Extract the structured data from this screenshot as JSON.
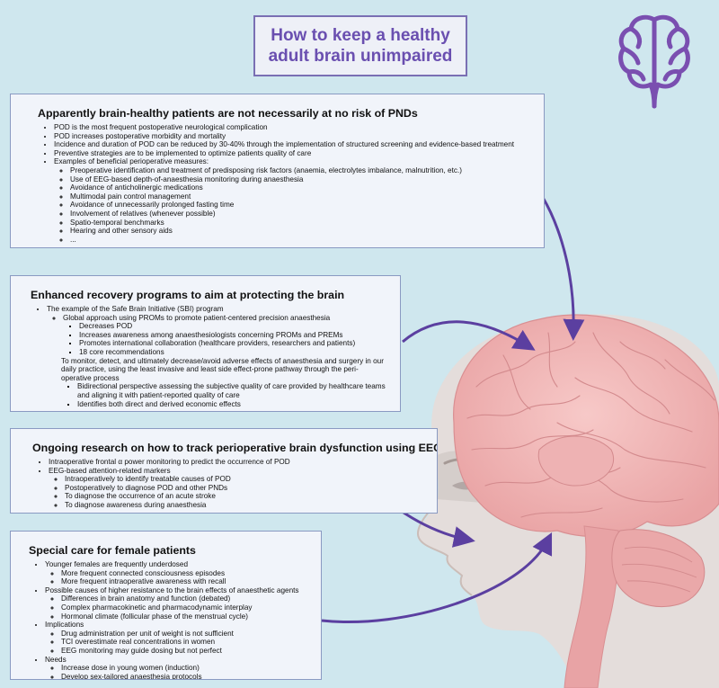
{
  "title": {
    "line1": "How to keep a healthy",
    "line2": "adult brain unimpaired"
  },
  "icons": {
    "top_right": "brain-outline-icon",
    "illustration": "human-head-brain-illustration"
  },
  "colors": {
    "background": "#cfe7ee",
    "title_text": "#6a4fb0",
    "title_border": "#7a6fb3",
    "panel_bg": "#f1f4fa",
    "panel_border": "#8a9ac2",
    "arrow": "#5b3fa0",
    "brain": "#f2b6b6"
  },
  "panels": [
    {
      "heading": "Apparently brain-healthy patients are not necessarily at no risk of PNDs",
      "items": [
        "POD is the most frequent postoperative neurological complication",
        "POD increases postoperative morbidity and mortality",
        "Incidence and duration of POD can be reduced by 30-40% through the implementation of structured screening and evidence-based treatment",
        "Preventive strategies are to be implemented to optimize patients quality of care",
        "Examples of beneficial perioperative measures:"
      ],
      "subitems": [
        "Preoperative identification and treatment of predisposing risk factors (anaemia, electrolytes imbalance, malnutrition, etc.)",
        "Use of EEG-based depth-of-anaesthesia monitoring during anaesthesia",
        "Avoidance of anticholinergic medications",
        "Multimodal pain control management",
        "Avoidance of unnecessarily prolonged fasting time",
        "Involvement of relatives (whenever possible)",
        "Spatio-temporal benchmarks",
        "Hearing and other sensory aids",
        "..."
      ]
    },
    {
      "heading": "Enhanced recovery programs to aim at protecting the brain",
      "items": [
        "The example of the Safe Brain Initiative (SBI) program"
      ],
      "subitems": [
        "Global approach using PROMs to promote patient-centered precision anaesthesia",
        "To monitor, detect, and ultimately decrease/avoid adverse effects of anaesthesia and surgery in our daily practice, using the least invasive and least side effect-prone pathway through the peri-operative process"
      ],
      "subsubitems_a": [
        "Decreases POD",
        "Increases awareness among anaesthesiologists concerning PROMs and PREMs",
        "Promotes international collaboration (healthcare providers, researchers and patients)",
        "18 core recommendations"
      ],
      "subsubitems_b": [
        "Bidirectional perspective assessing the subjective quality of care provided by healthcare teams and aligning it with patient-reported quality of care",
        "Identifies both direct and derived economic effects"
      ]
    },
    {
      "heading": "Ongoing research on how to track perioperative brain dysfunction using EEG",
      "items": [
        "Intraoperative frontal α power monitoring to predict the occurrence of POD",
        "EEG-based attention-related markers"
      ],
      "subitems": [
        "Intraoperatively to identify treatable causes of POD",
        "Postoperatively to diagnose POD and other PNDs",
        "To diagnose the occurrence of an acute stroke",
        "To diagnose awareness during anaesthesia"
      ]
    },
    {
      "heading": "Special care for female patients",
      "groups": [
        {
          "label": "Younger females are frequently underdosed",
          "subitems": [
            "More frequent connected consciousness episodes",
            "More frequent intraoperative awareness with recall"
          ]
        },
        {
          "label": "Possible causes of higher resistance to the brain effects of anaesthetic agents",
          "subitems": [
            "Differences in brain anatomy and function (debated)",
            "Complex pharmacokinetic and pharmacodynamic interplay",
            "Hormonal climate (follicular phase of the menstrual cycle)"
          ]
        },
        {
          "label": "Implications",
          "subitems": [
            "Drug administration per unit of weight is not sufficient",
            "TCI overestimate real concentrations in women",
            "EEG monitoring may guide dosing but not perfect"
          ]
        },
        {
          "label": "Needs",
          "subitems": [
            "Increase dose in young women (induction)",
            "Develop sex-tailored anaesthesia protocols"
          ]
        }
      ]
    }
  ]
}
